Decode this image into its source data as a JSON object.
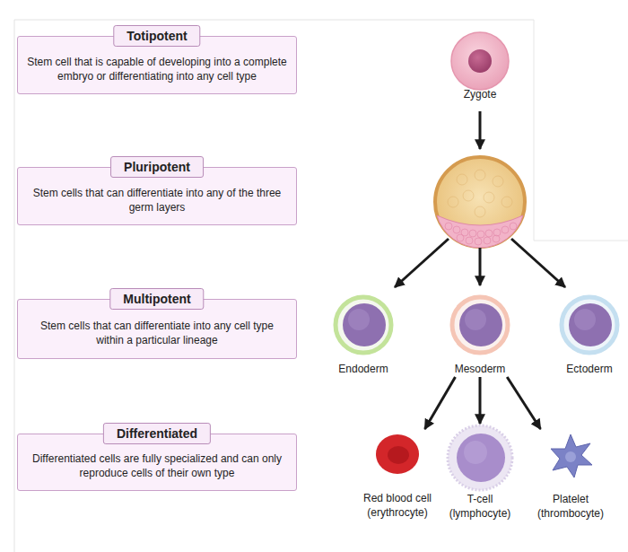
{
  "diagram": {
    "nodes": [
      {
        "text": [
          "Totipotent",
          "Stem cell that is capable of developing into a complete embryo or differentiating into any cell type"
        ]
      },
      {
        "text": [
          "Pluripotent",
          "Stem cells that can differentiate into any of the three germ layers"
        ]
      },
      {
        "text": [
          "Multipotent",
          "Stem cells that can differentiate into any cell type within a particular lineage"
        ]
      },
      {
        "text": [
          "Differentiated",
          "Differentiated cells are fully specialized and can only reproduce cells of their own type"
        ]
      },
      {
        "text": [
          "Zygote"
        ]
      },
      {
        "text": [
          "Endoderm"
        ]
      },
      {
        "text": [
          "Mesoderm"
        ]
      },
      {
        "text": [
          "Ectoderm"
        ]
      },
      {
        "text": [
          "Red blood cell (erythrocyte)"
        ]
      },
      {
        "text": [
          "T-cell (lymphocyte)"
        ]
      },
      {
        "text": [
          "Platelet (thrombocyte)"
        ]
      }
    ],
    "edges": [
      {
        "from": 6,
        "to": 8,
        "arrow": "to"
      },
      {
        "from": 6,
        "to": 9,
        "arrow": "to"
      },
      {
        "from": 6,
        "to": 10,
        "arrow": "to"
      }
    ]
  }
}
